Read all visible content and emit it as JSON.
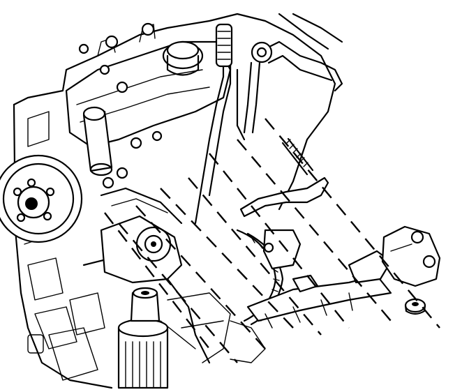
{
  "diagram": {
    "subject": "",
    "style": "line-art exploded view",
    "stroke_color": "#000000",
    "background_color": "#ffffff",
    "parts": [
      {
        "id": "engine-block",
        "label": ""
      },
      {
        "id": "valve-cover",
        "label": ""
      },
      {
        "id": "oil-fill-cap",
        "label": ""
      },
      {
        "id": "crankshaft-pulley",
        "label": ""
      },
      {
        "id": "oil-filter",
        "label": ""
      },
      {
        "id": "flywheel",
        "label": ""
      },
      {
        "id": "engine-mount-bracket",
        "label": ""
      },
      {
        "id": "stud",
        "label": ""
      },
      {
        "id": "nut",
        "label": ""
      },
      {
        "id": "spark-plug-wires",
        "label": ""
      },
      {
        "id": "vacuum-hose",
        "label": ""
      }
    ],
    "alignment_line_count": 8
  }
}
